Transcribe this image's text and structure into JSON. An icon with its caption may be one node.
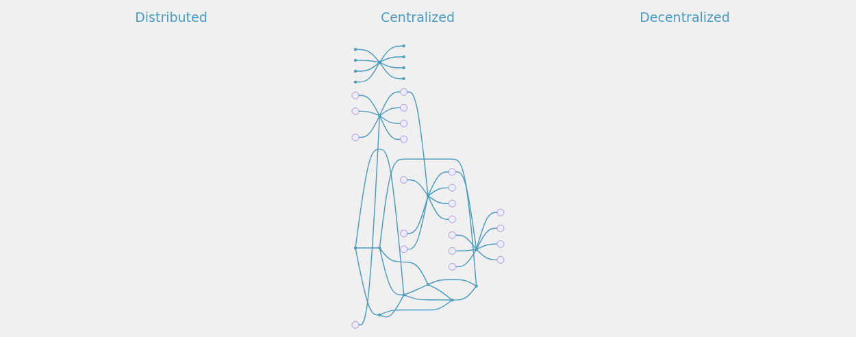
{
  "diagram": {
    "nodes": [
      {
        "text": [],
        "shape": "circle"
      },
      {
        "text": [],
        "shape": "circle"
      },
      {
        "text": [],
        "shape": "circle"
      },
      {
        "text": [],
        "shape": "circle"
      },
      {
        "text": [],
        "shape": "circle"
      },
      {
        "text": [],
        "shape": "circle"
      },
      {
        "text": [],
        "shape": "circle"
      },
      {
        "text": [],
        "shape": "circle"
      },
      {
        "text": [],
        "shape": "circle"
      },
      {
        "text": [],
        "shape": "circle"
      },
      {
        "text": [],
        "shape": "circle"
      },
      {
        "text": [],
        "shape": "circle"
      },
      {
        "text": [],
        "shape": "circle"
      },
      {
        "text": [],
        "shape": "circle"
      },
      {
        "text": [],
        "shape": "circle"
      },
      {
        "text": [],
        "shape": "circle"
      },
      {
        "text": [],
        "shape": "circle"
      },
      {
        "text": [],
        "shape": "circle"
      },
      {
        "text": [],
        "shape": "circle"
      },
      {
        "text": [],
        "shape": "circle"
      },
      {
        "text": [],
        "shape": "circle"
      },
      {
        "text": [],
        "shape": "circle"
      },
      {
        "text": [],
        "shape": "circle"
      },
      {
        "text": [],
        "shape": "circle"
      },
      {
        "text": [],
        "shape": "circle"
      },
      {
        "text": [],
        "shape": "circle"
      },
      {
        "text": [],
        "shape": "circle"
      },
      {
        "text": [],
        "shape": "circle"
      },
      {
        "text": [],
        "shape": "circle"
      },
      {
        "text": [],
        "shape": "circle"
      },
      {
        "text": [],
        "shape": "circle"
      },
      {
        "text": [],
        "shape": "circle"
      },
      {
        "text": [],
        "shape": "circle"
      },
      {
        "text": [],
        "shape": "circle"
      },
      {
        "text": [],
        "shape": "circle"
      },
      {
        "text": [],
        "shape": "circle"
      },
      {
        "text": [],
        "shape": "circle"
      },
      {
        "text": [],
        "shape": "circle"
      },
      {
        "text": [],
        "shape": "circle"
      },
      {
        "text": [],
        "shape": "circle"
      },
      {
        "text": [],
        "shape": "circle"
      }
    ],
    "edges": [
      {
        "from": 0,
        "to": 1,
        "arrow": "none"
      },
      {
        "from": 0,
        "to": 2,
        "arrow": "none"
      },
      {
        "from": 0,
        "to": 3,
        "arrow": "none"
      },
      {
        "from": 1,
        "to": 3,
        "arrow": "none"
      },
      {
        "from": 1,
        "to": 4,
        "arrow": "none"
      },
      {
        "from": 2,
        "to": 3,
        "arrow": "none"
      },
      {
        "from": 2,
        "to": 5,
        "arrow": "none"
      },
      {
        "from": 2,
        "to": 6,
        "arrow": "none"
      },
      {
        "from": 3,
        "to": 4,
        "arrow": "none"
      },
      {
        "from": 3,
        "to": 5,
        "arrow": "none"
      },
      {
        "from": 5,
        "to": 4,
        "arrow": "none"
      },
      {
        "from": 5,
        "to": 6,
        "arrow": "none"
      },
      {
        "from": 4,
        "to": 6,
        "arrow": "none"
      },
      {
        "from": 8,
        "to": 7,
        "arrow": "none"
      },
      {
        "from": 9,
        "to": 7,
        "arrow": "none"
      },
      {
        "from": 10,
        "to": 7,
        "arrow": "none"
      },
      {
        "from": 11,
        "to": 7,
        "arrow": "none"
      },
      {
        "from": 7,
        "to": 12,
        "arrow": "none"
      },
      {
        "from": 7,
        "to": 13,
        "arrow": "none"
      },
      {
        "from": 7,
        "to": 14,
        "arrow": "none"
      },
      {
        "from": 7,
        "to": 15,
        "arrow": "none"
      },
      {
        "from": 19,
        "to": 16,
        "arrow": "none"
      },
      {
        "from": 20,
        "to": 16,
        "arrow": "none"
      },
      {
        "from": 21,
        "to": 16,
        "arrow": "none"
      },
      {
        "from": 22,
        "to": 16,
        "arrow": "none"
      },
      {
        "from": 16,
        "to": 23,
        "arrow": "none"
      },
      {
        "from": 16,
        "to": 24,
        "arrow": "none"
      },
      {
        "from": 16,
        "to": 25,
        "arrow": "none"
      },
      {
        "from": 16,
        "to": 26,
        "arrow": "none"
      },
      {
        "from": 26,
        "to": 17,
        "arrow": "none"
      },
      {
        "from": 27,
        "to": 17,
        "arrow": "none"
      },
      {
        "from": 28,
        "to": 17,
        "arrow": "none"
      },
      {
        "from": 29,
        "to": 17,
        "arrow": "none"
      },
      {
        "from": 17,
        "to": 30,
        "arrow": "none"
      },
      {
        "from": 17,
        "to": 31,
        "arrow": "none"
      },
      {
        "from": 17,
        "to": 32,
        "arrow": "none"
      },
      {
        "from": 17,
        "to": 33,
        "arrow": "none"
      },
      {
        "from": 33,
        "to": 18,
        "arrow": "none"
      },
      {
        "from": 34,
        "to": 18,
        "arrow": "none"
      },
      {
        "from": 35,
        "to": 18,
        "arrow": "none"
      },
      {
        "from": 36,
        "to": 18,
        "arrow": "none"
      },
      {
        "from": 18,
        "to": 37,
        "arrow": "none"
      },
      {
        "from": 18,
        "to": 38,
        "arrow": "none"
      },
      {
        "from": 18,
        "to": 39,
        "arrow": "none"
      },
      {
        "from": 18,
        "to": 40,
        "arrow": "none"
      }
    ],
    "labels": [
      "Distributed",
      "Centralized",
      "Decentralized"
    ]
  }
}
